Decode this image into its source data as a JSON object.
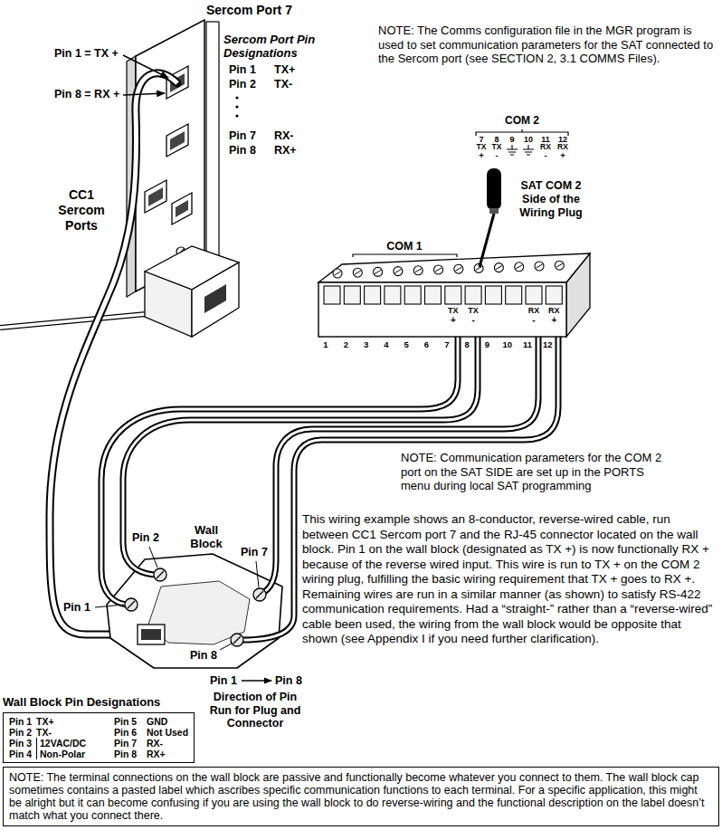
{
  "diagram": {
    "nodes": [
      {
        "text": [
          "Wall Block Pin Designations",
          "Pin 1",
          "TX+",
          "Pin 5",
          "GND",
          "Pin 2",
          "TX-",
          "Pin 6",
          "Not Used",
          "Pin 3",
          "12VAC/DC Non-Polar",
          "Pin 7",
          "RX-",
          "Pin 4",
          "Pin 8",
          "RX+"
        ]
      },
      {
        "text": [
          "NOTE: The terminal connections on the wall block are passive and functionally become whatever you connect to them. The wall block cap sometimes contains a pasted label which ascribes specific communication functions to each terminal. For a specific application, this might be alright but it can become confusing if you are using the wall block to do reverse-wiring and the functional description on the label doesn’t match what you connect there."
        ]
      }
    ],
    "labels": [
      "Sercom Port 7",
      "Sercom Port Pin Designations",
      "NOTE: The Comms configuration file in the MGR program is used to set communication parameters for the SAT connected to the Sercom port (see SECTION 2, 3.1 COMMS Files).",
      "Pin 1 = TX +",
      "Pin 1",
      "TX+",
      "Pin 2",
      "TX-",
      "Pin 8 = RX +",
      "Pin 7",
      "RX-",
      "Pin 8",
      "RX+",
      "COM 2",
      "7",
      "8",
      "9",
      "10",
      "11",
      "12",
      "TX",
      "TX",
      "RX",
      "RX",
      "+",
      "-",
      "-",
      "+",
      "CC1 Sercom Ports",
      "SAT COM 2 Side of the Wiring Plug",
      "COM 1",
      "TX",
      "TX",
      "RX",
      "RX",
      "+",
      "-",
      "-",
      "+",
      "1",
      "2",
      "3",
      "4",
      "5",
      "6",
      "7",
      "8",
      "9",
      "10",
      "11",
      "12",
      "Pin 2",
      "Wall Block",
      "Pin 7",
      "Pin 1",
      "Pin 8",
      "NOTE: Communication parameters for the COM 2 port on the SAT SIDE are set up in the PORTS menu during local SAT programming",
      "This wiring example shows an 8-conductor, reverse-wired cable, run between CC1 Sercom port 7 and the RJ-45 connector located on the wall block. Pin 1 on the wall block (designated as TX +) is now functionally RX + because of the reverse wired input. This wire is run to TX + on the COM 2 wiring plug, fulfilling the basic wiring requirement that TX + goes to RX +. Remaining wires are run in a similar manner (as shown) to satisfy RS-422 communication requirements. Had a “straight-” rather than a “reverse-wired” cable been used, the wiring from the wall block would be opposite that shown (see Appendix I if you need further clarification).",
      "Pin 1",
      "Pin 8",
      "Direction of Pin Run for Plug and Connector"
    ]
  }
}
